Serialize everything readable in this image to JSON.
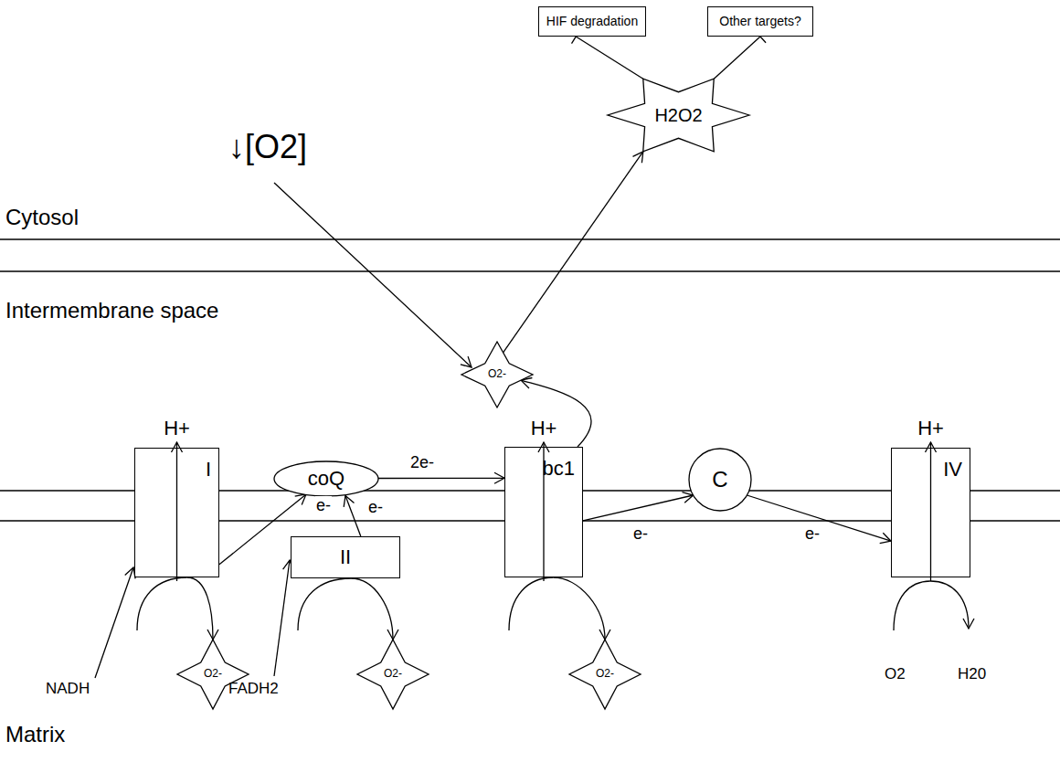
{
  "diagram": {
    "nodes": [
      {
        "text": [
          "HIF degradation"
        ]
      },
      {
        "text": [
          "Other targets?"
        ]
      },
      {
        "text": [
          "H2O2"
        ]
      },
      {
        "text": [
          "O2-"
        ]
      },
      {
        "text": [
          "I"
        ]
      },
      {
        "text": [
          "coQ"
        ]
      },
      {
        "text": [
          "bc1"
        ]
      },
      {
        "text": [
          "C"
        ]
      },
      {
        "text": [
          "IV"
        ]
      },
      {
        "text": [
          "II"
        ]
      },
      {
        "text": [
          "O2-"
        ]
      },
      {
        "text": [
          "O2-"
        ]
      },
      {
        "text": [
          "O2-"
        ]
      }
    ],
    "edges": [
      {
        "from": 2,
        "to": 0,
        "arrow": "to"
      },
      {
        "from": 2,
        "to": 1,
        "arrow": "to"
      },
      {
        "from": 3,
        "to": 2,
        "arrow": "to"
      },
      {
        "from": 6,
        "to": 3,
        "arrow": "to"
      },
      {
        "from": 4,
        "to": 5,
        "label": "e-",
        "arrow": "to"
      },
      {
        "from": 9,
        "to": 5,
        "label": "e-",
        "arrow": "to"
      },
      {
        "from": 5,
        "to": 6,
        "label": "2e-",
        "arrow": "to"
      },
      {
        "from": 6,
        "to": 7,
        "label": "e-",
        "arrow": "to"
      },
      {
        "from": 7,
        "to": 8,
        "label": "e-",
        "arrow": "to"
      },
      {
        "from": 4,
        "to": 10,
        "arrow": "to"
      },
      {
        "from": 9,
        "to": 11,
        "arrow": "to"
      },
      {
        "from": 6,
        "to": 12,
        "arrow": "to"
      }
    ],
    "labels": [
      "↓[O2]",
      "Cytosol",
      "Intermembrane space",
      "H+",
      "H+",
      "H+",
      "NADH",
      "FADH2",
      "O2",
      "H20",
      "Matrix"
    ]
  }
}
